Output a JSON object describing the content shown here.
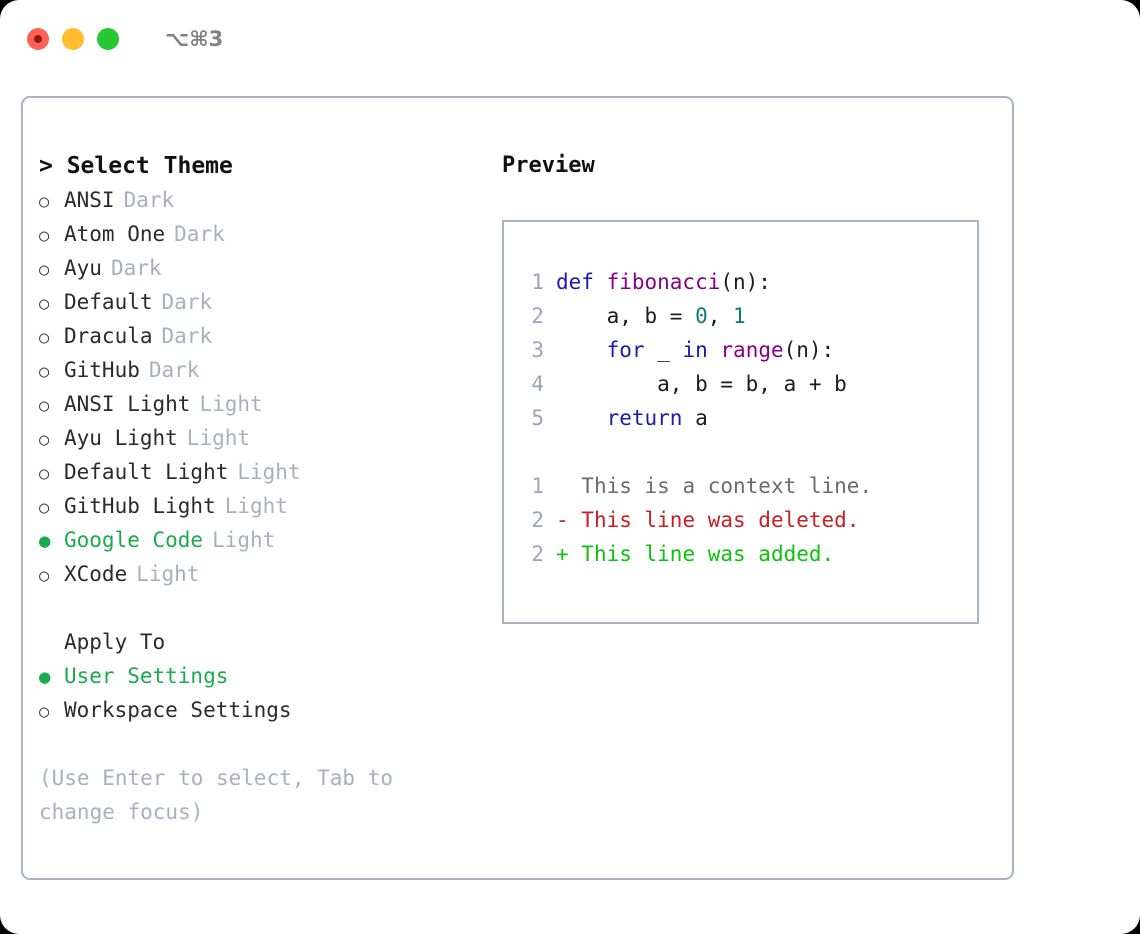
{
  "window": {
    "shortcut": "⌥⌘3",
    "traffic_lights": [
      {
        "name": "close",
        "color": "#ff6158"
      },
      {
        "name": "minimize",
        "color": "#ffbd2e"
      },
      {
        "name": "maximize",
        "color": "#25c732"
      }
    ]
  },
  "colors": {
    "panel_border": "#aab3c2",
    "selected_green": "#1aab4a",
    "muted": "#a8b0be",
    "keyword": "#1a1ab0",
    "function": "#880088",
    "number": "#0d7a7a",
    "diff_add": "#0bc40b",
    "diff_del": "#c62020",
    "diff_ctx": "#6b6b6b",
    "lineno": "#9aa5b8"
  },
  "theme_picker": {
    "title": "> Select Theme",
    "marker_unselected": "○",
    "marker_selected": "●",
    "items": [
      {
        "label": "ANSI",
        "variant": "Dark",
        "selected": false
      },
      {
        "label": "Atom One",
        "variant": "Dark",
        "selected": false
      },
      {
        "label": "Ayu",
        "variant": "Dark",
        "selected": false
      },
      {
        "label": "Default",
        "variant": "Dark",
        "selected": false
      },
      {
        "label": "Dracula",
        "variant": "Dark",
        "selected": false
      },
      {
        "label": "GitHub",
        "variant": "Dark",
        "selected": false
      },
      {
        "label": "ANSI Light",
        "variant": "Light",
        "selected": false
      },
      {
        "label": "Ayu Light",
        "variant": "Light",
        "selected": false
      },
      {
        "label": "Default Light",
        "variant": "Light",
        "selected": false
      },
      {
        "label": "GitHub Light",
        "variant": "Light",
        "selected": false
      },
      {
        "label": "Google Code",
        "variant": "Light",
        "selected": true
      },
      {
        "label": "XCode",
        "variant": "Light",
        "selected": false
      }
    ]
  },
  "apply_to": {
    "title": "Apply To",
    "items": [
      {
        "label": "User Settings",
        "selected": true
      },
      {
        "label": "Workspace Settings",
        "selected": false
      }
    ]
  },
  "hint": "(Use Enter to select, Tab to change focus)",
  "preview": {
    "title": "Preview",
    "code_lines": [
      {
        "lineno": "1",
        "tokens": [
          {
            "text": "def ",
            "type": "kw"
          },
          {
            "text": "fibonacci",
            "type": "fn"
          },
          {
            "text": "(n):",
            "type": "pln"
          }
        ]
      },
      {
        "lineno": "2",
        "tokens": [
          {
            "text": "    a, b = ",
            "type": "pln"
          },
          {
            "text": "0",
            "type": "num"
          },
          {
            "text": ", ",
            "type": "pln"
          },
          {
            "text": "1",
            "type": "num"
          }
        ]
      },
      {
        "lineno": "3",
        "tokens": [
          {
            "text": "    ",
            "type": "pln"
          },
          {
            "text": "for",
            "type": "kw"
          },
          {
            "text": " _ ",
            "type": "pln"
          },
          {
            "text": "in",
            "type": "kw"
          },
          {
            "text": " ",
            "type": "pln"
          },
          {
            "text": "range",
            "type": "fn"
          },
          {
            "text": "(n):",
            "type": "pln"
          }
        ]
      },
      {
        "lineno": "4",
        "tokens": [
          {
            "text": "        a, b = b, a + b",
            "type": "pln"
          }
        ]
      },
      {
        "lineno": "5",
        "tokens": [
          {
            "text": "    ",
            "type": "pln"
          },
          {
            "text": "return",
            "type": "kw"
          },
          {
            "text": " a",
            "type": "pln"
          }
        ]
      }
    ],
    "diff_lines": [
      {
        "lineno": "1",
        "sign": "  ",
        "text": "This is a context line.",
        "type": "ctx"
      },
      {
        "lineno": "2",
        "sign": "- ",
        "text": "This line was deleted.",
        "type": "del"
      },
      {
        "lineno": "2",
        "sign": "+ ",
        "text": "This line was added.",
        "type": "add"
      }
    ]
  }
}
